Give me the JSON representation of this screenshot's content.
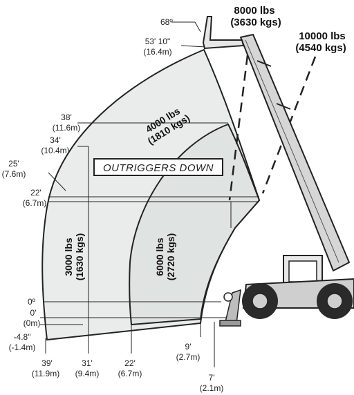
{
  "load_ratings": {
    "top_8000_lbs": "8000 lbs",
    "top_8000_kgs": "(3630 kgs)",
    "top_10000_lbs": "10000 lbs",
    "top_10000_kgs": "(4540 kgs)",
    "zone_4000_lbs": "4000 lbs",
    "zone_4000_kgs": "(1810 kgs)",
    "zone_3000_lbs": "3000 lbs",
    "zone_3000_kgs": "(1630 kgs)",
    "zone_6000_lbs": "6000 lbs",
    "zone_6000_kgs": "(2720 kgs)"
  },
  "banner": {
    "text": "OUTRIGGERS DOWN"
  },
  "boom_angles": {
    "max_angle": "68º",
    "zero_angle": "0º"
  },
  "heights": [
    {
      "ft": "53' 10\"",
      "m": "(16.4m)"
    },
    {
      "ft": "38'",
      "m": "(11.6m)"
    },
    {
      "ft": "34'",
      "m": "(10.4m)"
    },
    {
      "ft": "25'",
      "m": "(7.6m)"
    },
    {
      "ft": "22'",
      "m": "(6.7m)"
    },
    {
      "ft": "0'",
      "m": "(0m)"
    },
    {
      "ft": "-4.8\"",
      "m": "(-1.4m)"
    }
  ],
  "reaches": [
    {
      "ft": "39'",
      "m": "(11.9m)"
    },
    {
      "ft": "31'",
      "m": "(9.4m)"
    },
    {
      "ft": "22'",
      "m": "(6.7m)"
    },
    {
      "ft": "9'",
      "m": "(2.7m)"
    },
    {
      "ft": "7'",
      "m": "(2.1m)"
    }
  ],
  "colors": {
    "zone_fill": "#e9ecea",
    "line": "#222222",
    "machine_body": "#d6d6d6",
    "tire": "#2a2a2a"
  }
}
